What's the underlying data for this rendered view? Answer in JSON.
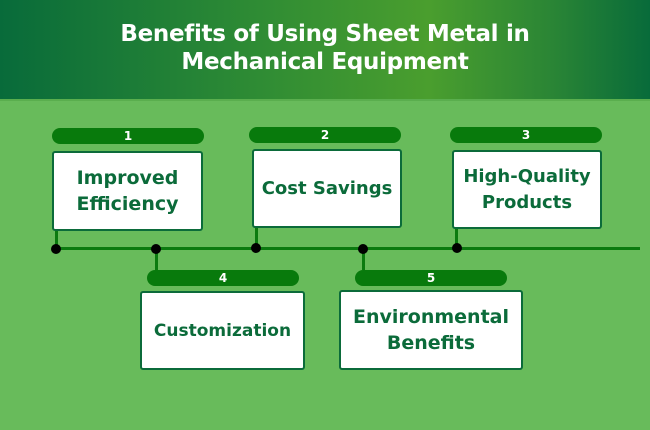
{
  "header": {
    "title_line1": "Benefits of Using Sheet Metal in",
    "title_line2": "Mechanical Equipment"
  },
  "colors": {
    "background": "#68bb5b",
    "header_dark": "#086b3a",
    "header_light": "#4a9e2e",
    "pill": "#087a0c",
    "card_text": "#0b6b3a",
    "connector": "#0b7a0f",
    "node": "#000000"
  },
  "benefits": [
    {
      "number": "1",
      "line1": "Improved",
      "line2": "Efficiency"
    },
    {
      "number": "2",
      "line1": "Cost Savings",
      "line2": ""
    },
    {
      "number": "3",
      "line1": "High-Quality",
      "line2": "Products"
    },
    {
      "number": "4",
      "line1": "Customization",
      "line2": ""
    },
    {
      "number": "5",
      "line1": "Environmental",
      "line2": "Benefits"
    }
  ]
}
